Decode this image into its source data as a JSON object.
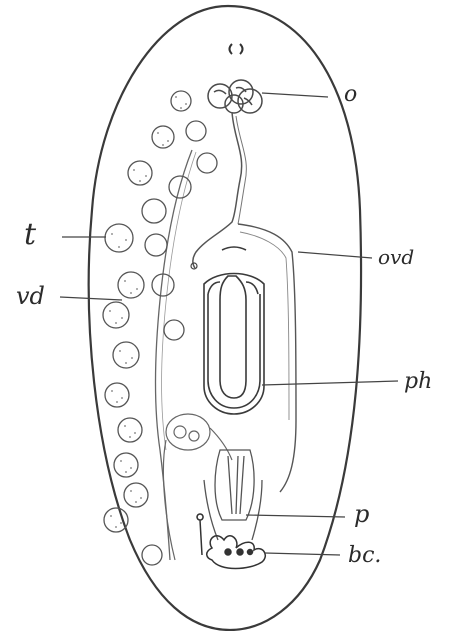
{
  "figure": {
    "labels": {
      "o": "o",
      "ovd": "ovd",
      "t": "t",
      "vd": "vd",
      "ph": "ph",
      "p": "p",
      "bc": "bc."
    }
  },
  "colors": {
    "ink": "#3a3a3a",
    "faint": "#8a8a8a",
    "paper": "#ffffff"
  }
}
